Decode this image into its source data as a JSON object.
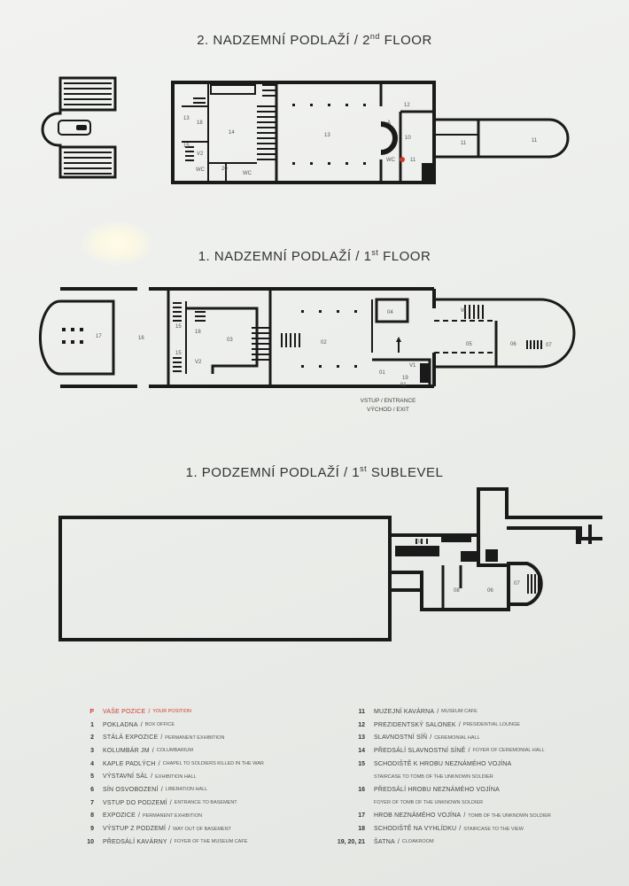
{
  "floors": {
    "second": {
      "title_main": "2. NADZEMNÍ PODLAŽÍ / 2",
      "title_sup": "nd",
      "title_end": " FLOOR"
    },
    "first": {
      "title_main": "1. NADZEMNÍ PODLAŽÍ / 1",
      "title_sup": "st",
      "title_end": " FLOOR"
    },
    "sublevel": {
      "title_main": "1. PODZEMNÍ PODLAŽÍ / 1",
      "title_sup": "st",
      "title_end": " SUBLEVEL"
    }
  },
  "plan_labels": {
    "second": [
      "13",
      "18",
      "14",
      "15",
      "V2",
      "WC",
      "20",
      "WC",
      "13",
      "12",
      "A",
      "10",
      "11",
      "11",
      "11",
      "WC"
    ],
    "first": [
      "17",
      "16",
      "15",
      "18",
      "03",
      "15",
      "V2",
      "02",
      "04",
      "05",
      "06",
      "07",
      "01",
      "01",
      "V1",
      "19",
      "W"
    ],
    "sublevel": [
      "08",
      "08",
      "06",
      "07"
    ]
  },
  "entrance": {
    "line1": "VSTUP / ENTRANCE",
    "line2": "VÝCHOD / EXIT"
  },
  "colors": {
    "wall": "#1a1a1a",
    "your_position": "#d23a2b",
    "background": "#eceeeb"
  },
  "legend_left": [
    {
      "num": "P",
      "cz": "VAŠE POZICE",
      "en": "YOUR POSITION",
      "highlight": true
    },
    {
      "num": "1",
      "cz": "POKLADNA",
      "en": "BOX OFFICE"
    },
    {
      "num": "2",
      "cz": "STÁLÁ EXPOZICE",
      "en": "PERMANENT EXHIBITION"
    },
    {
      "num": "3",
      "cz": "KOLUMBÁR JM",
      "en": "COLUMBARIUM"
    },
    {
      "num": "4",
      "cz": "KAPLE PADLÝCH",
      "en": "CHAPEL TO SOLDIERS KILLED IN THE WAR"
    },
    {
      "num": "5",
      "cz": "VÝSTAVNÍ SÁL",
      "en": "EXHIBITION HALL"
    },
    {
      "num": "6",
      "cz": "SÍN OSVOBOZENÍ",
      "en": "LIBERATION HALL"
    },
    {
      "num": "7",
      "cz": "VSTUP DO PODZEMÍ",
      "en": "ENTRANCE TO BASEMENT"
    },
    {
      "num": "8",
      "cz": "EXPOZICE",
      "en": "PERMANENT EXHIBITION"
    },
    {
      "num": "9",
      "cz": "VÝSTUP Z PODZEMÍ",
      "en": "WAY OUT OF BASEMENT"
    },
    {
      "num": "10",
      "cz": "PŘEDSÁLÍ KAVÁRNY",
      "en": "FOYER OF THE MUSEUM CAFE"
    }
  ],
  "legend_right": [
    {
      "num": "11",
      "cz": "MUZEJNÍ KAVÁRNA",
      "en": "MUSEUM CAFE"
    },
    {
      "num": "12",
      "cz": "PREZIDENTSKÝ SALONEK",
      "en": "PRESIDENTIAL LOUNGE"
    },
    {
      "num": "13",
      "cz": "SLAVNOSTNÍ SÍŇ",
      "en": "CEREMONIAL HALL"
    },
    {
      "num": "14",
      "cz": "PŘEDSÁLÍ SLAVNOSTNÍ SÍNĚ",
      "en": "FOYER OF CEREMONIAL HALL"
    },
    {
      "num": "15",
      "cz": "SCHODIŠTĚ K HROBU NEZNÁMÉHO VOJÍNA",
      "en": ""
    },
    {
      "num": "",
      "cz": "",
      "en": "STAIRCASE TO TOMB OF THE UNKNOWN SOLDIER"
    },
    {
      "num": "16",
      "cz": "PŘEDSÁLÍ HROBU NEZNÁMÉHO VOJÍNA",
      "en": ""
    },
    {
      "num": "",
      "cz": "",
      "en": "FOYER OF TOMB OF THE UNKNOWN SOLDIER"
    },
    {
      "num": "17",
      "cz": "HROB NEZNÁMÉHO VOJÍNA",
      "en": "TOMB OF THE UNKNOWN SOLDIER"
    },
    {
      "num": "18",
      "cz": "SCHODIŠTĚ NA VYHLÍDKU",
      "en": "STAIRCASE TO THE VIEW"
    },
    {
      "num": "19, 20, 21",
      "cz": "ŠATNA",
      "en": "CLOAKROOM"
    }
  ]
}
